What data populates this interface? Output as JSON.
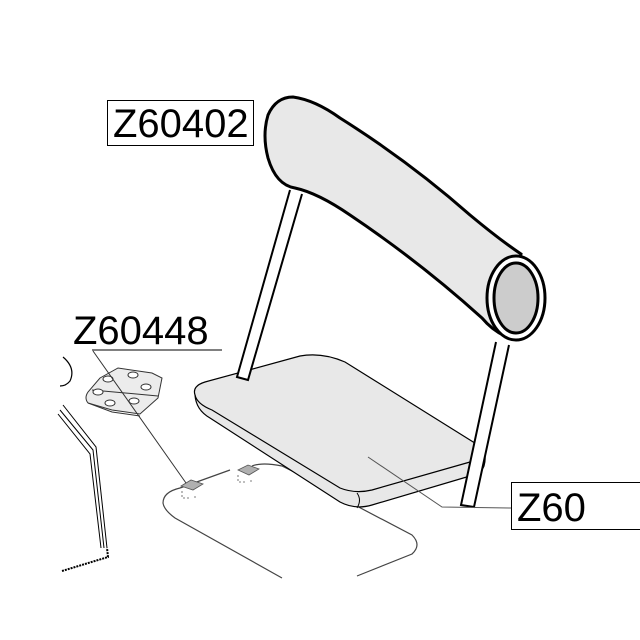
{
  "diagram": {
    "type": "exploded parts diagram",
    "subject": "seat cushion with backrest tube and mounting hinge",
    "colors": {
      "background": "#ffffff",
      "outline": "#000000",
      "cushion_fill": "#e8e8e8",
      "tube_end_fill": "#cccccc",
      "bracket_fill": "#b0b0b0",
      "leader_line": "#555555"
    }
  },
  "callouts": [
    {
      "id": "z60402",
      "label": "Z60402",
      "style": "boxed",
      "points_to": "backrest-tube"
    },
    {
      "id": "z60448",
      "label": "Z60448",
      "style": "underlined",
      "points_to": "hinge-plate"
    },
    {
      "id": "z60-partial",
      "label": "Z60",
      "style": "boxed-cropped",
      "points_to": "seat-cushion"
    }
  ],
  "parts": [
    {
      "name": "backrest-tube",
      "description": "curved padded backrest tube with open end"
    },
    {
      "name": "support-posts",
      "description": "two angled posts supporting backrest"
    },
    {
      "name": "seat-cushion",
      "description": "rectangular rounded seat cushion"
    },
    {
      "name": "hinge-plate",
      "description": "hinge plate with six mounting holes"
    },
    {
      "name": "mounting-brackets",
      "description": "two small brackets on base outline"
    },
    {
      "name": "base-outline",
      "description": "rounded rectangular base outline"
    },
    {
      "name": "side-frame",
      "description": "partial side frame on left"
    }
  ]
}
